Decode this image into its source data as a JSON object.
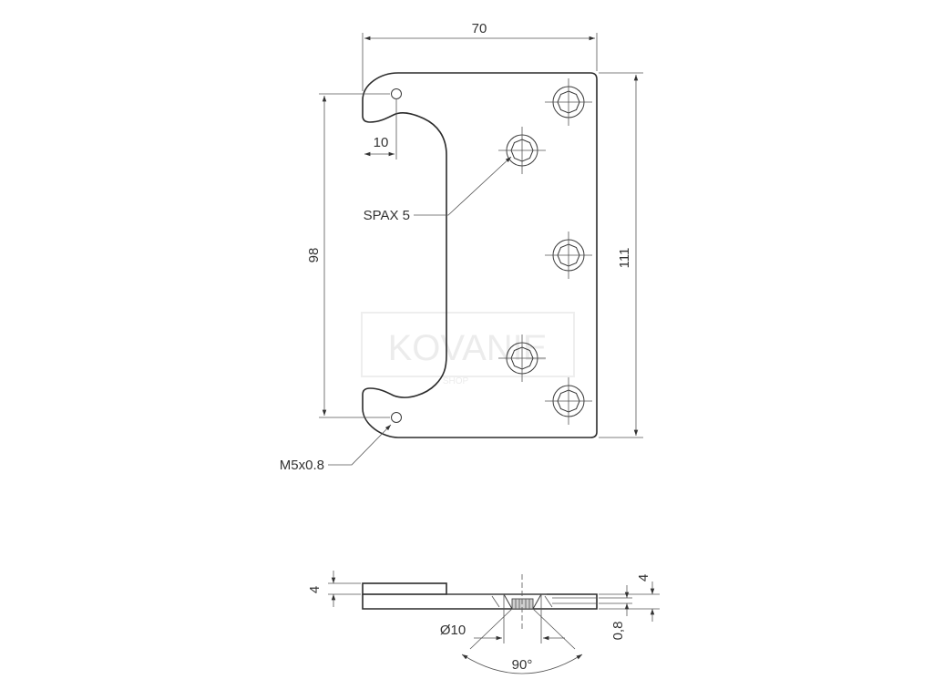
{
  "dimensions": {
    "width": "70",
    "height_total": "111",
    "hole_spacing": "98",
    "hole_offset": "10",
    "plate_thickness_left": "4",
    "plate_thickness_right": "4",
    "countersink_diameter": "Ø10",
    "countersink_angle": "90°",
    "recess_depth": "0,8"
  },
  "callouts": {
    "screw": "SPAX 5",
    "thread": "M5x0.8"
  },
  "watermark": {
    "brand": "KOVANIE",
    "sub": "SHOP"
  },
  "colors": {
    "line": "#2b2b2b",
    "watermark": "#ececec"
  }
}
